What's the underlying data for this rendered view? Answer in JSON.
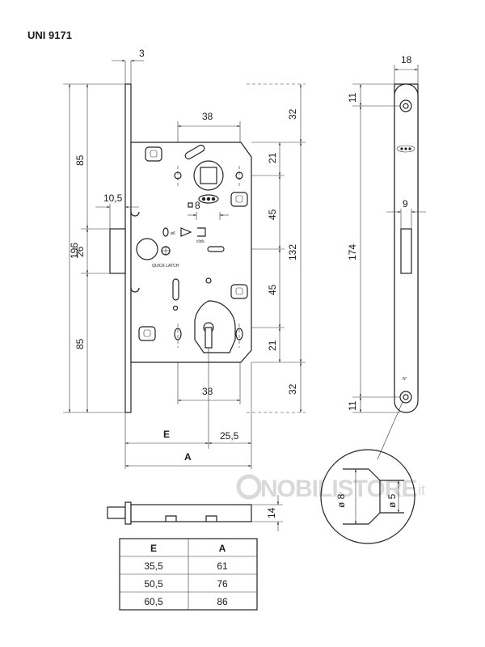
{
  "title": "UNI 9171",
  "dimensions": {
    "top_plate": "3",
    "faceplate_width": "18",
    "overall_height": "196",
    "upper_85": "85",
    "middle_26": "26",
    "lower_85": "85",
    "latch_offset": "10,5",
    "hole_spacing_top": "38",
    "hole_spacing_bottom": "38",
    "spindle_8": "8",
    "right_32_top": "32",
    "right_21_top": "21",
    "right_45_top": "45",
    "right_132": "132",
    "right_45_bottom": "45",
    "right_21_bottom": "21",
    "right_32_bottom": "32",
    "E": "E",
    "A": "A",
    "backset_25_5": "25,5",
    "face_11_top": "11",
    "face_174": "174",
    "face_11_bottom": "11",
    "strike_9": "9",
    "side_14": "14",
    "detail_d8": "ø 8",
    "detail_d5": "ø 5"
  },
  "annotations": {
    "diam6": "ø6",
    "click": "click",
    "quick_latch": "QUICK LATCH",
    "n_mark": "N°"
  },
  "watermark": {
    "main": "NOBILISTORE",
    "suffix": ".it"
  },
  "table": {
    "headers": [
      "E",
      "A"
    ],
    "rows": [
      [
        "35,5",
        "61"
      ],
      [
        "50,5",
        "76"
      ],
      [
        "60,5",
        "86"
      ]
    ]
  }
}
